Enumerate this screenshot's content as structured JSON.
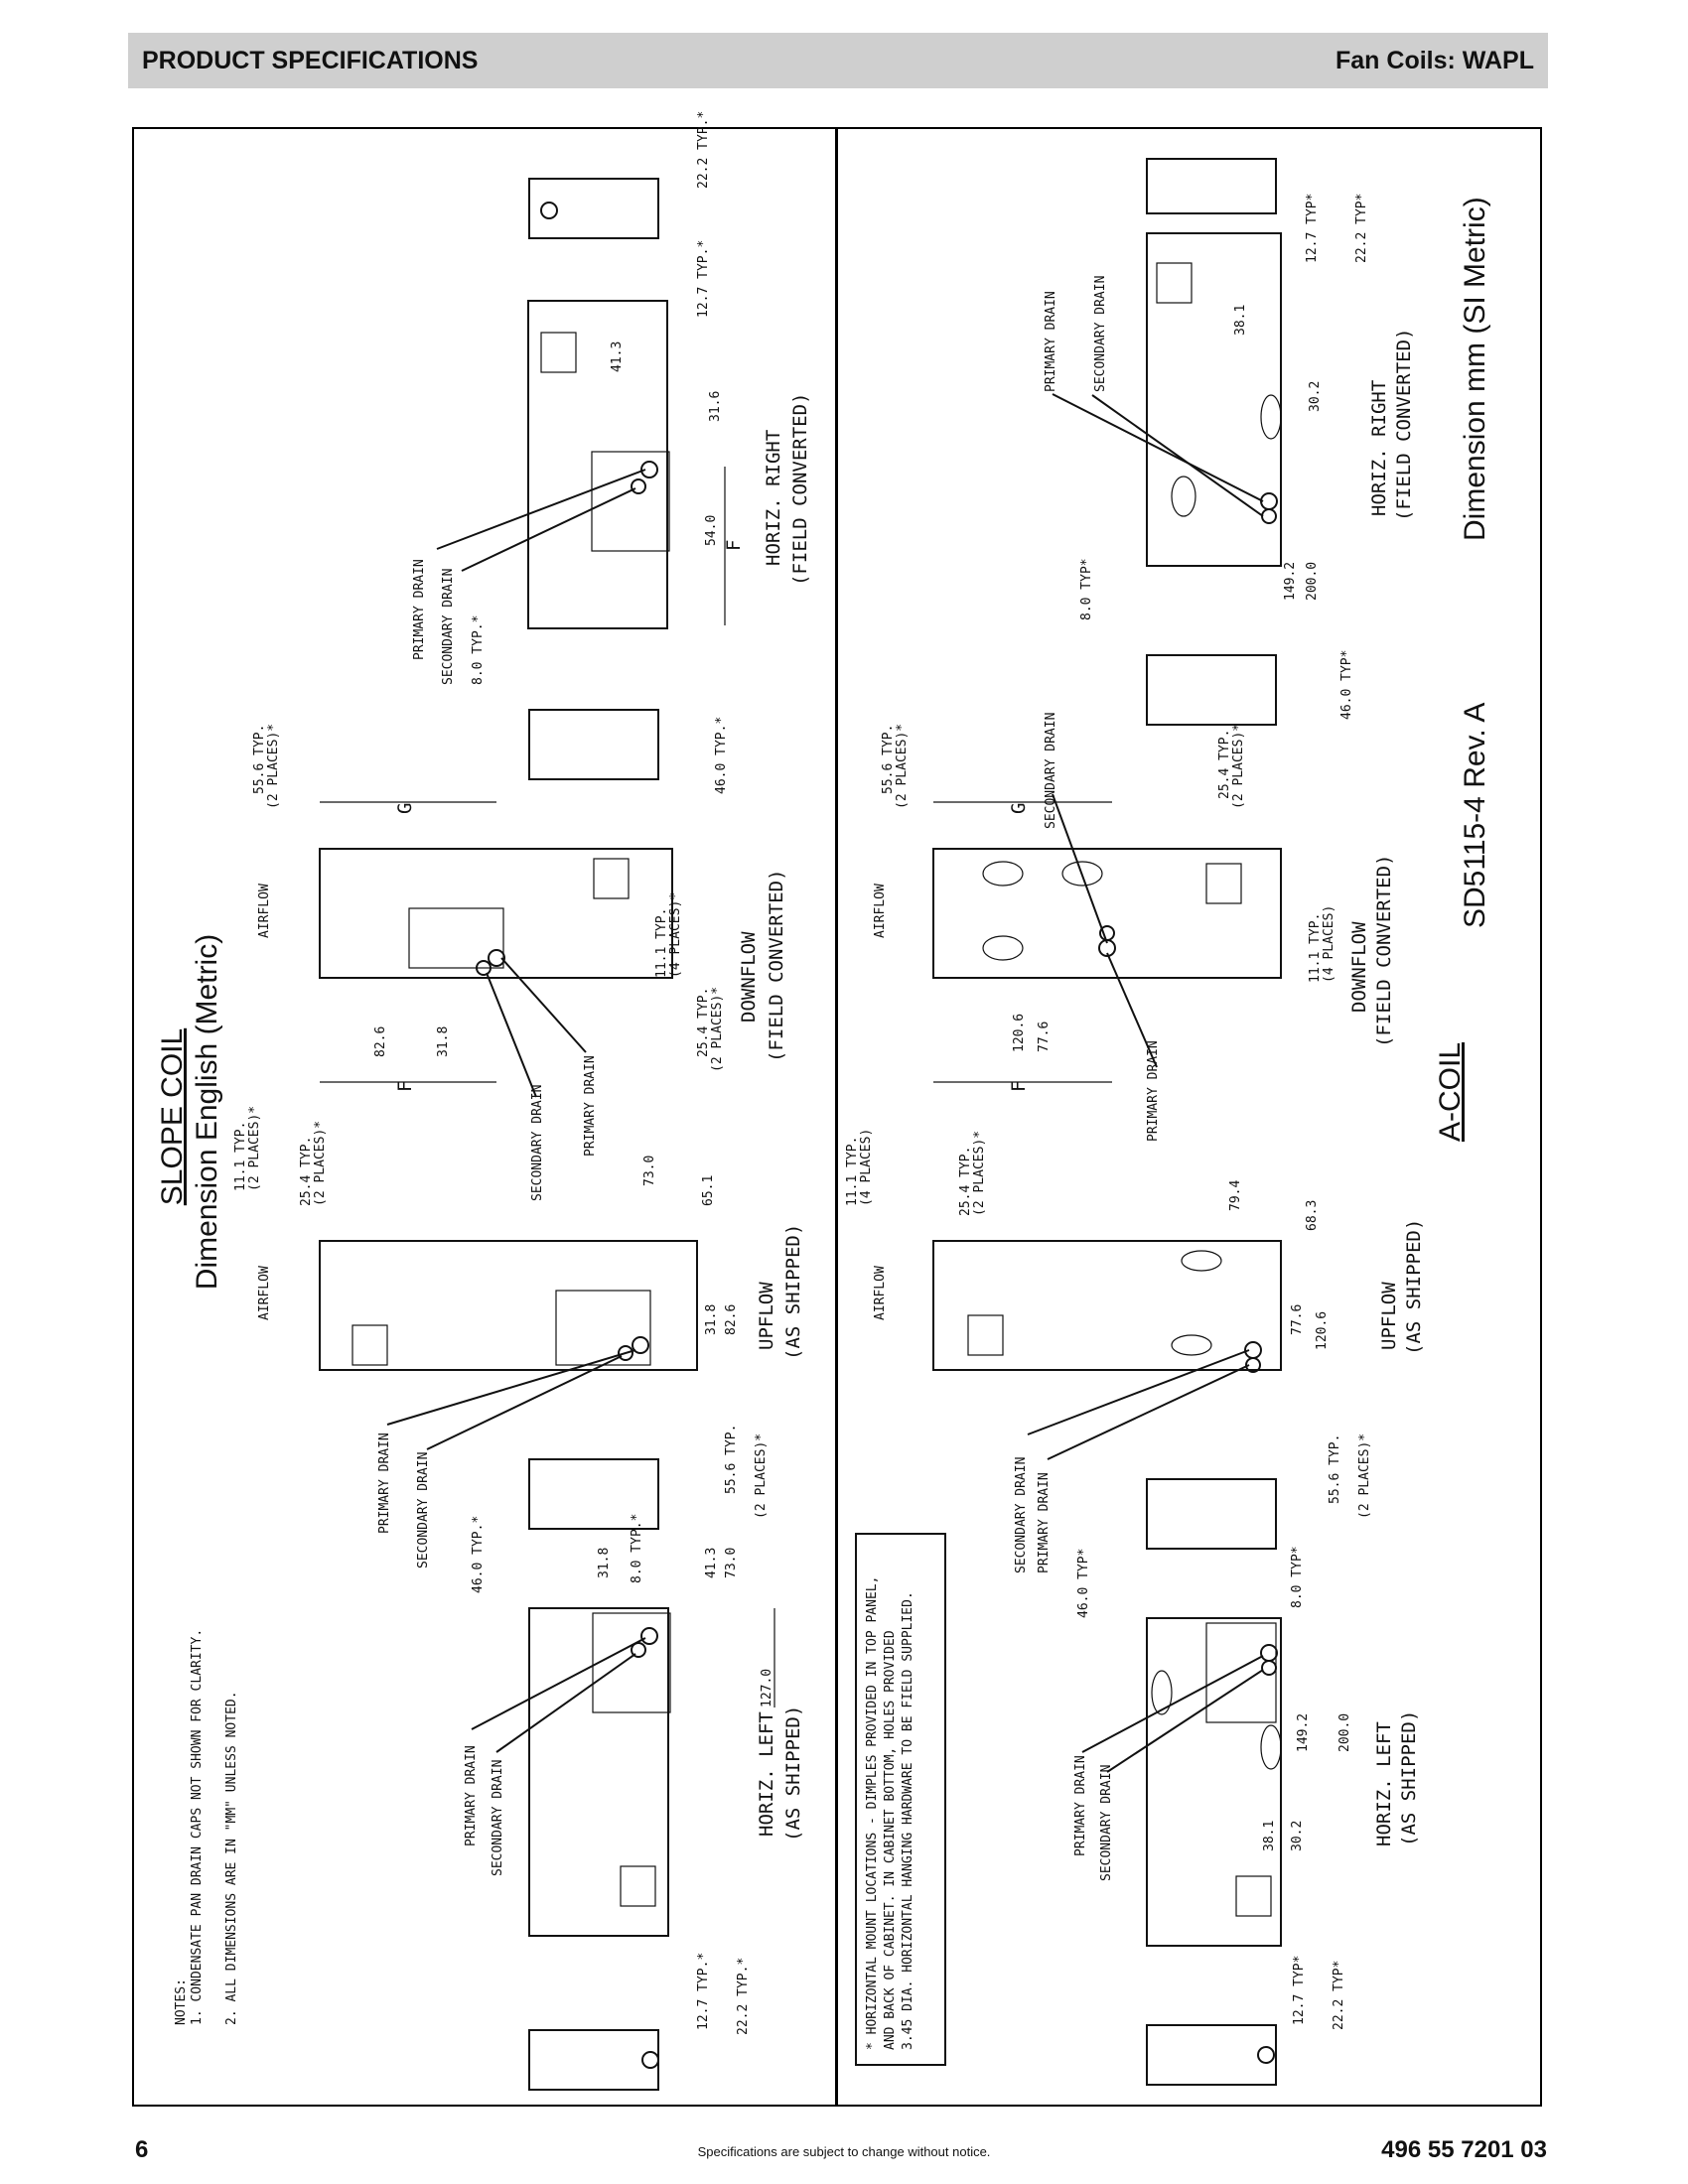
{
  "header": {
    "title": "PRODUCT SPECIFICATIONS",
    "product": "Fan Coils: WAPL"
  },
  "footer": {
    "page_number": "6",
    "disclaimer": "Specifications are subject  to change without notice.",
    "doc_number": "496 55 7201 03"
  },
  "left_panel": {
    "title": "SLOPE COIL",
    "subtitle": "Dimension English (Metric)",
    "notes": {
      "heading": "NOTES:",
      "items": [
        "1. CONDENSATE PAN DRAIN CAPS NOT SHOWN FOR CLARITY.",
        "2. ALL DIMENSIONS ARE IN \"MM\" UNLESS NOTED."
      ]
    },
    "views": {
      "horiz_left": {
        "label": "HORIZ. LEFT",
        "sub": "(AS SHIPPED)"
      },
      "upflow": {
        "label": "UPFLOW",
        "sub": "(AS SHIPPED)"
      },
      "downflow": {
        "label": "DOWNFLOW",
        "sub": "(FIELD CONVERTED)"
      },
      "horiz_right": {
        "label": "HORIZ. RIGHT",
        "sub": "(FIELD CONVERTED)"
      }
    },
    "labels": {
      "primary_drain": "PRIMARY DRAIN",
      "secondary_drain": "SECONDARY DRAIN",
      "airflow": "AIRFLOW",
      "dim_f": "F",
      "dim_g": "G"
    },
    "dims": {
      "d_127": "127.0",
      "d_73": "73.0",
      "d_413": "41.3",
      "d_318": "31.8",
      "d_80typ": "8.0 TYP.*",
      "d_460typ": "46.0 TYP.*",
      "d_556typ": "55.6 TYP.",
      "d_2places": "(2 PLACES)*",
      "d_826": "82.6",
      "d_651": "65.1",
      "d_111typ": "11.1 TYP.",
      "d_254typ": "25.4 TYP.",
      "d_4places": "(4 PLACES)*",
      "d_540": "54.0",
      "d_316": "31.6",
      "d_127typ": "12.7 TYP.*",
      "d_222typ": "22.2 TYP.*"
    }
  },
  "right_panel": {
    "title": "A-COIL",
    "subtitle": "Dimension mm (SI Metric)",
    "drawing_no": "SD5115-4  Rev. A",
    "hang_note": [
      "* HORIZONTAL MOUNT LOCATIONS - DIMPLES PROVIDED IN TOP PANEL,",
      "AND BACK OF CABINET. IN CABINET BOTTOM, HOLES PROVIDED",
      "3.45 DIA. HORIZONTAL HANGING HARDWARE TO BE FIELD SUPPLIED."
    ],
    "views": {
      "horiz_left": {
        "label": "HORIZ. LEFT",
        "sub": "(AS SHIPPED)"
      },
      "upflow": {
        "label": "UPFLOW",
        "sub": "(AS SHIPPED)"
      },
      "downflow": {
        "label": "DOWNFLOW",
        "sub": "(FIELD CONVERTED)"
      },
      "horiz_right": {
        "label": "HORIZ. RIGHT",
        "sub": "(FIELD CONVERTED)"
      }
    },
    "labels": {
      "primary_drain": "PRIMARY DRAIN",
      "secondary_drain": "SECONDARY DRAIN",
      "airflow": "AIRFLOW",
      "dim_f": "F",
      "dim_g": "G"
    },
    "dims": {
      "d_2000": "200.0",
      "d_1492": "149.2",
      "d_302": "30.2",
      "d_381": "38.1",
      "d_80typ": "8.0 TYP*",
      "d_460typ": "46.0 TYP*",
      "d_556typ": "55.6 TYP.",
      "d_2places": "(2 PLACES)*",
      "d_1206": "120.6",
      "d_776": "77.6",
      "d_794": "79.4",
      "d_683": "68.3",
      "d_111typ": "11.1 TYP.",
      "d_4places": "(4 PLACES)",
      "d_254typ": "25.4 TYP.",
      "d_127typ": "12.7 TYP*",
      "d_222typ": "22.2 TYP*"
    }
  }
}
